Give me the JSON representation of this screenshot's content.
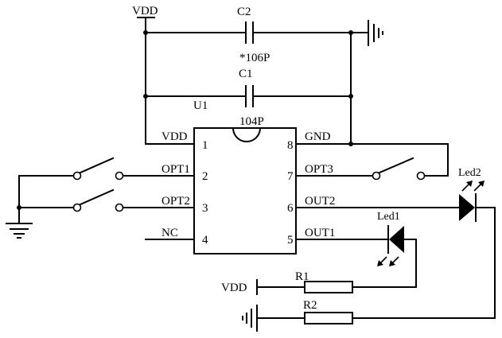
{
  "labels": {
    "vdd_top": "VDD",
    "vdd_bottom": "VDD",
    "c2": "C2",
    "c2_value": "*106P",
    "c1": "C1",
    "c1_value": "104P",
    "u1": "U1",
    "led1": "Led1",
    "led2": "Led2",
    "r1": "R1",
    "r2": "R2"
  },
  "ic": {
    "left_pins": [
      {
        "name": "VDD",
        "number": "1"
      },
      {
        "name": "OPT1",
        "number": "2"
      },
      {
        "name": "OPT2",
        "number": "3"
      },
      {
        "name": "NC",
        "number": "4"
      }
    ],
    "right_pins": [
      {
        "name": "GND",
        "number": "8"
      },
      {
        "name": "OPT3",
        "number": "7"
      },
      {
        "name": "OUT2",
        "number": "6"
      },
      {
        "name": "OUT1",
        "number": "5"
      }
    ]
  }
}
